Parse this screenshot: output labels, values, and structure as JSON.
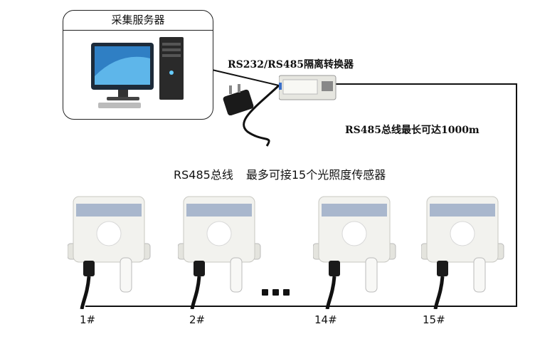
{
  "server": {
    "title": "采集服务器",
    "icon": "desktop-computer-icon"
  },
  "converter": {
    "label": "RS232/RS485隔离转换器",
    "icon": "converter-module-icon",
    "adapter_icon": "power-adapter-icon"
  },
  "bus": {
    "max_length_label": "RS485总线最长可达1000m",
    "caption_part1": "RS485总线",
    "caption_part2": "最多可接15个光照度传感器"
  },
  "sensors": [
    {
      "label": "1#"
    },
    {
      "label": "2#"
    },
    {
      "label": "14#"
    },
    {
      "label": "15#"
    }
  ],
  "colors": {
    "line": "#111111",
    "sensor_body": "#f2f2ee",
    "sensor_label": "#6e87b3",
    "dome": "#ffffff"
  }
}
